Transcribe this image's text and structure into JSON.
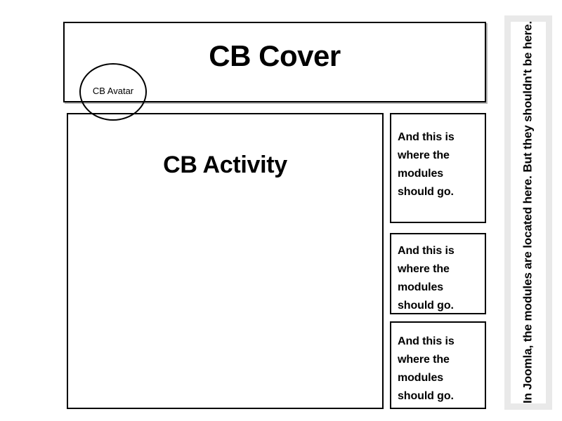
{
  "page": {
    "background_color": "#ffffff",
    "ink_color": "#000000"
  },
  "cover": {
    "title": "CB Cover",
    "avatar_label": "CB Avatar",
    "border_color": "#000000"
  },
  "activity": {
    "title": "CB Activity",
    "border_color": "#000000"
  },
  "modules": {
    "boxes": [
      {
        "text": "And this is where the modules should go."
      },
      {
        "text": "And this is where the modules should go."
      },
      {
        "text": "And this is where the modules should go."
      }
    ]
  },
  "sidebar": {
    "note": "In Joomla, the modules are located here. But they shouldn't be here.",
    "band_color": "#e9e9e9",
    "inner_color": "#ffffff"
  }
}
